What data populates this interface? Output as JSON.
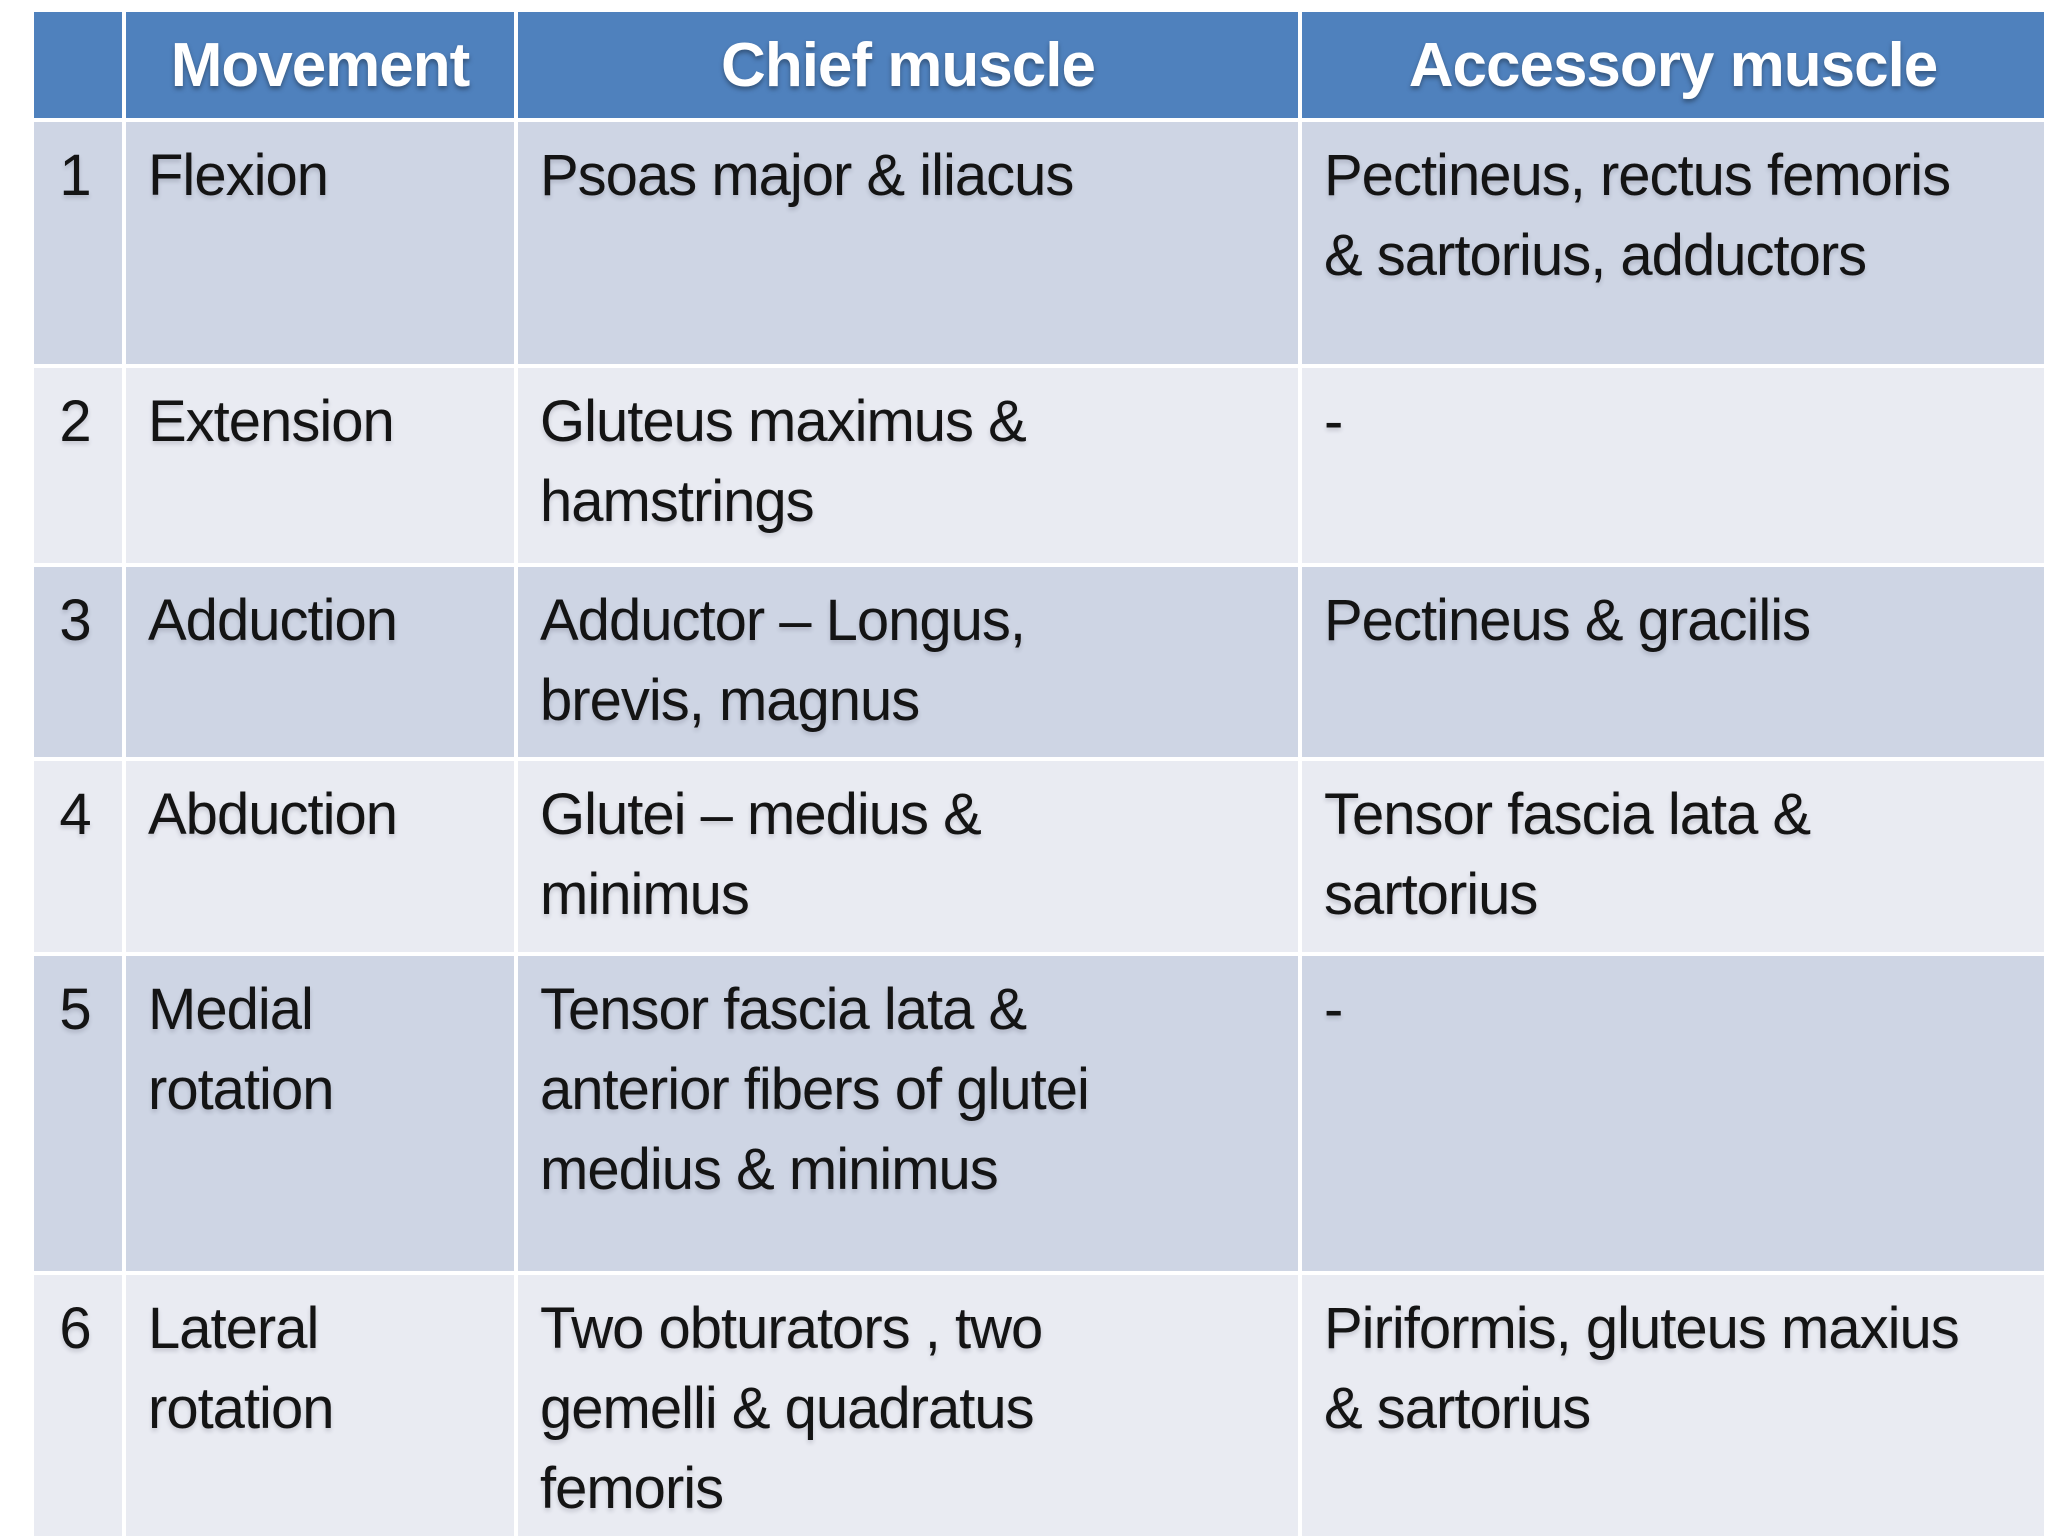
{
  "colors": {
    "header_bg": "#4f81bd",
    "header_text": "#ffffff",
    "row_band_odd": "#ced5e4",
    "row_band_even": "#e9ebf2",
    "body_text": "#141414",
    "grid_gap": "#ffffff"
  },
  "table": {
    "headers": {
      "num": "",
      "movement": "Movement",
      "chief": "Chief muscle",
      "accessory": "Accessory muscle"
    },
    "rows": [
      {
        "num": "1",
        "movement": "Flexion",
        "chief": "Psoas major & iliacus",
        "accessory": "Pectineus, rectus femoris\n& sartorius, adductors"
      },
      {
        "num": "2",
        "movement": "Extension",
        "chief": "Gluteus maximus &\nhamstrings",
        "accessory": "-"
      },
      {
        "num": "3",
        "movement": "Adduction",
        "chief": "Adductor – Longus,\nbrevis, magnus",
        "accessory": "Pectineus & gracilis"
      },
      {
        "num": "4",
        "movement": "Abduction",
        "chief": "Glutei – medius &\nminimus",
        "accessory": "Tensor fascia lata &\nsartorius"
      },
      {
        "num": "5",
        "movement": "Medial\nrotation",
        "chief": "Tensor fascia lata &\nanterior fibers of glutei\nmedius & minimus",
        "accessory": "-"
      },
      {
        "num": "6",
        "movement": "Lateral\nrotation",
        "chief": "Two obturators , two\ngemelli & quadratus\nfemoris",
        "accessory": "Piriformis, gluteus maxius\n& sartorius"
      }
    ]
  }
}
